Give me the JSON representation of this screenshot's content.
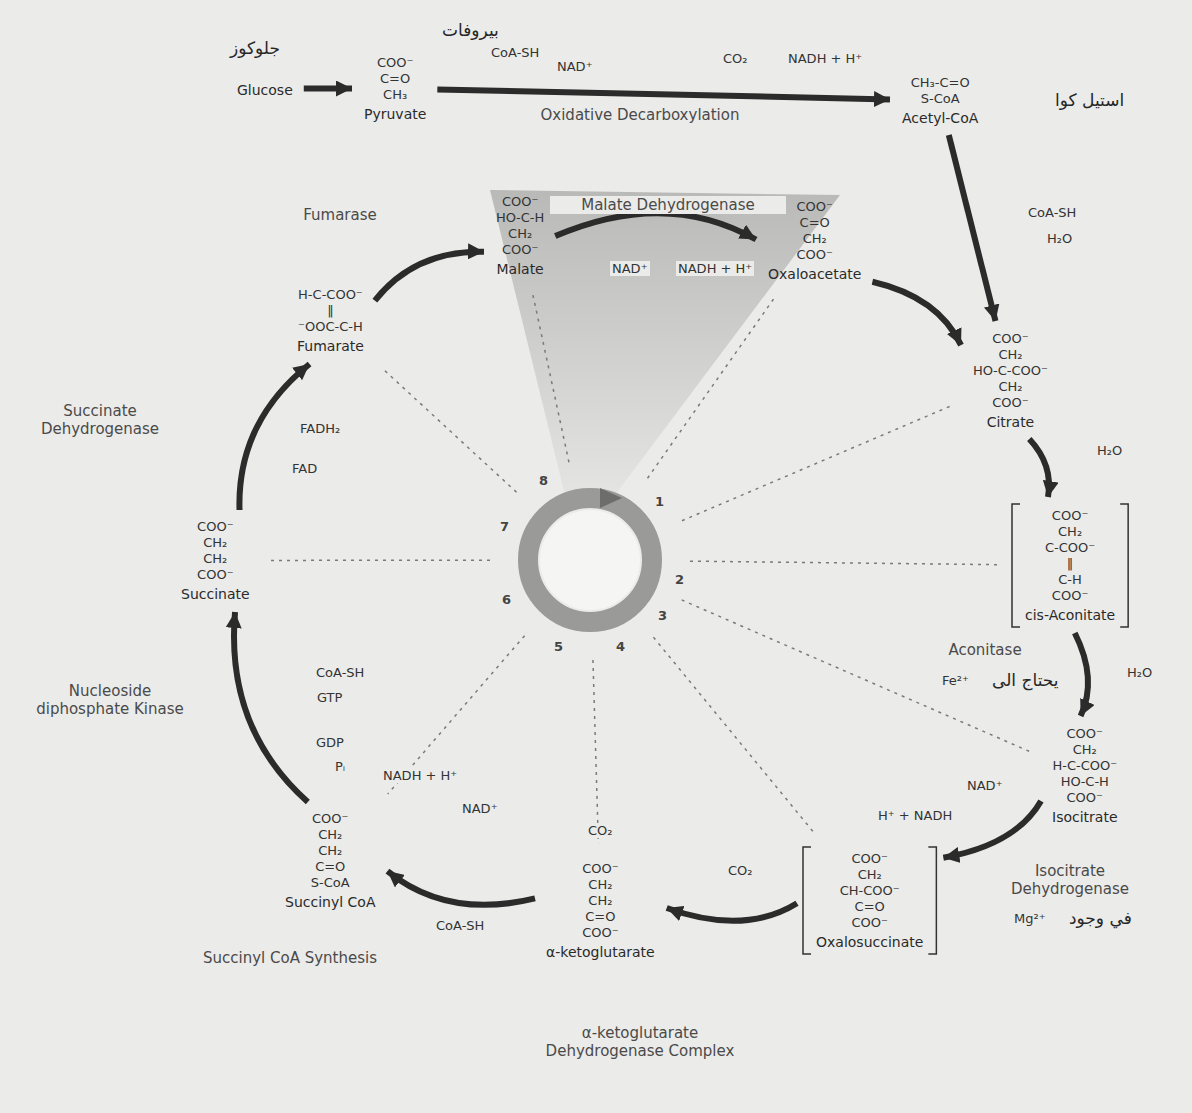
{
  "diagram": {
    "nodes": [
      {
        "text": [
          "Glucose"
        ]
      },
      {
        "text": [
          "COO⁻ C=O CH₃",
          "Pyruvate"
        ]
      },
      {
        "text": [
          "CH₃‑C=O S‑CoA",
          "Acetyl-CoA"
        ]
      },
      {
        "text": [
          "COO⁻ C=O CH₂ COO⁻",
          "Oxaloacetate"
        ]
      },
      {
        "text": [
          "COO⁻ CH₂ HO‑C‑COO⁻ CH₂ COO⁻",
          "Citrate"
        ]
      },
      {
        "text": [
          "COO⁻ CH₂ C‑COO⁻ ‖ C‑H COO⁻",
          "cis-Aconitate"
        ]
      },
      {
        "text": [
          "COO⁻ CH₂ H‑C‑COO⁻ HO‑C‑H COO⁻",
          "Isocitrate"
        ]
      },
      {
        "text": [
          "COO⁻ CH₂ CH‑COO⁻ C=O COO⁻",
          "Oxalosuccinate"
        ]
      },
      {
        "text": [
          "COO⁻ CH₂ CH₂ C=O COO⁻",
          "α-ketoglutarate"
        ]
      },
      {
        "text": [
          "COO⁻ CH₂ CH₂ C=O S‑CoA",
          "Succinyl CoA"
        ]
      },
      {
        "text": [
          "COO⁻ CH₂ CH₂ COO⁻",
          "Succinate"
        ]
      },
      {
        "text": [
          "H‑C‑COO⁻ ‖ ⁻OOC‑C‑H",
          "Fumarate"
        ]
      },
      {
        "text": [
          "COO⁻ HO‑C‑H CH₂ COO⁻",
          "Malate"
        ]
      }
    ],
    "edges": [
      {
        "from": 0,
        "to": 1,
        "arrow": "to"
      },
      {
        "from": 1,
        "to": 2,
        "arrow": "to",
        "label": "Oxidative Decarboxylation"
      },
      {
        "from": 2,
        "to": 4,
        "arrow": "to"
      },
      {
        "from": 3,
        "to": 4,
        "arrow": "to"
      },
      {
        "from": 4,
        "to": 5,
        "arrow": "to"
      },
      {
        "from": 5,
        "to": 6,
        "arrow": "to",
        "label": "Aconitase"
      },
      {
        "from": 6,
        "to": 7,
        "arrow": "to",
        "label": "Isocitrate Dehydrogenase"
      },
      {
        "from": 7,
        "to": 8,
        "arrow": "to"
      },
      {
        "from": 8,
        "to": 9,
        "arrow": "to",
        "label": "α-ketoglutarate Dehydrogenase Complex"
      },
      {
        "from": 9,
        "to": 10,
        "arrow": "to",
        "label": "Nucleoside diphosphate Kinase"
      },
      {
        "from": 10,
        "to": 11,
        "arrow": "to",
        "label": "Succinate Dehydrogenase"
      },
      {
        "from": 11,
        "to": 12,
        "arrow": "to",
        "label": "Fumarase"
      },
      {
        "from": 12,
        "to": 3,
        "arrow": "to",
        "label": "Malate Dehydrogenase"
      }
    ],
    "labels": [
      "جلوكوز",
      "بيروفات",
      "CoA-SH",
      "NAD⁺",
      "CO₂",
      "NADH + H⁺",
      "استيل كوا",
      "CoA-SH",
      "H₂O",
      "NAD⁺",
      "NADH + H⁺",
      "H₂O",
      "Fe²⁺",
      "يحتاج الى",
      "H₂O",
      "NAD⁺",
      "H⁺ + NADH",
      "Mg²⁺",
      "في وجود",
      "CO₂",
      "CO₂",
      "NADH + H⁺",
      "NAD⁺",
      "CoA-SH",
      "Succinyl CoA Synthesis",
      "CoA-SH",
      "GTP",
      "GDP",
      "Pᵢ",
      "FADH₂",
      "FAD",
      "1",
      "2",
      "3",
      "4",
      "5",
      "6",
      "7",
      "8"
    ]
  }
}
